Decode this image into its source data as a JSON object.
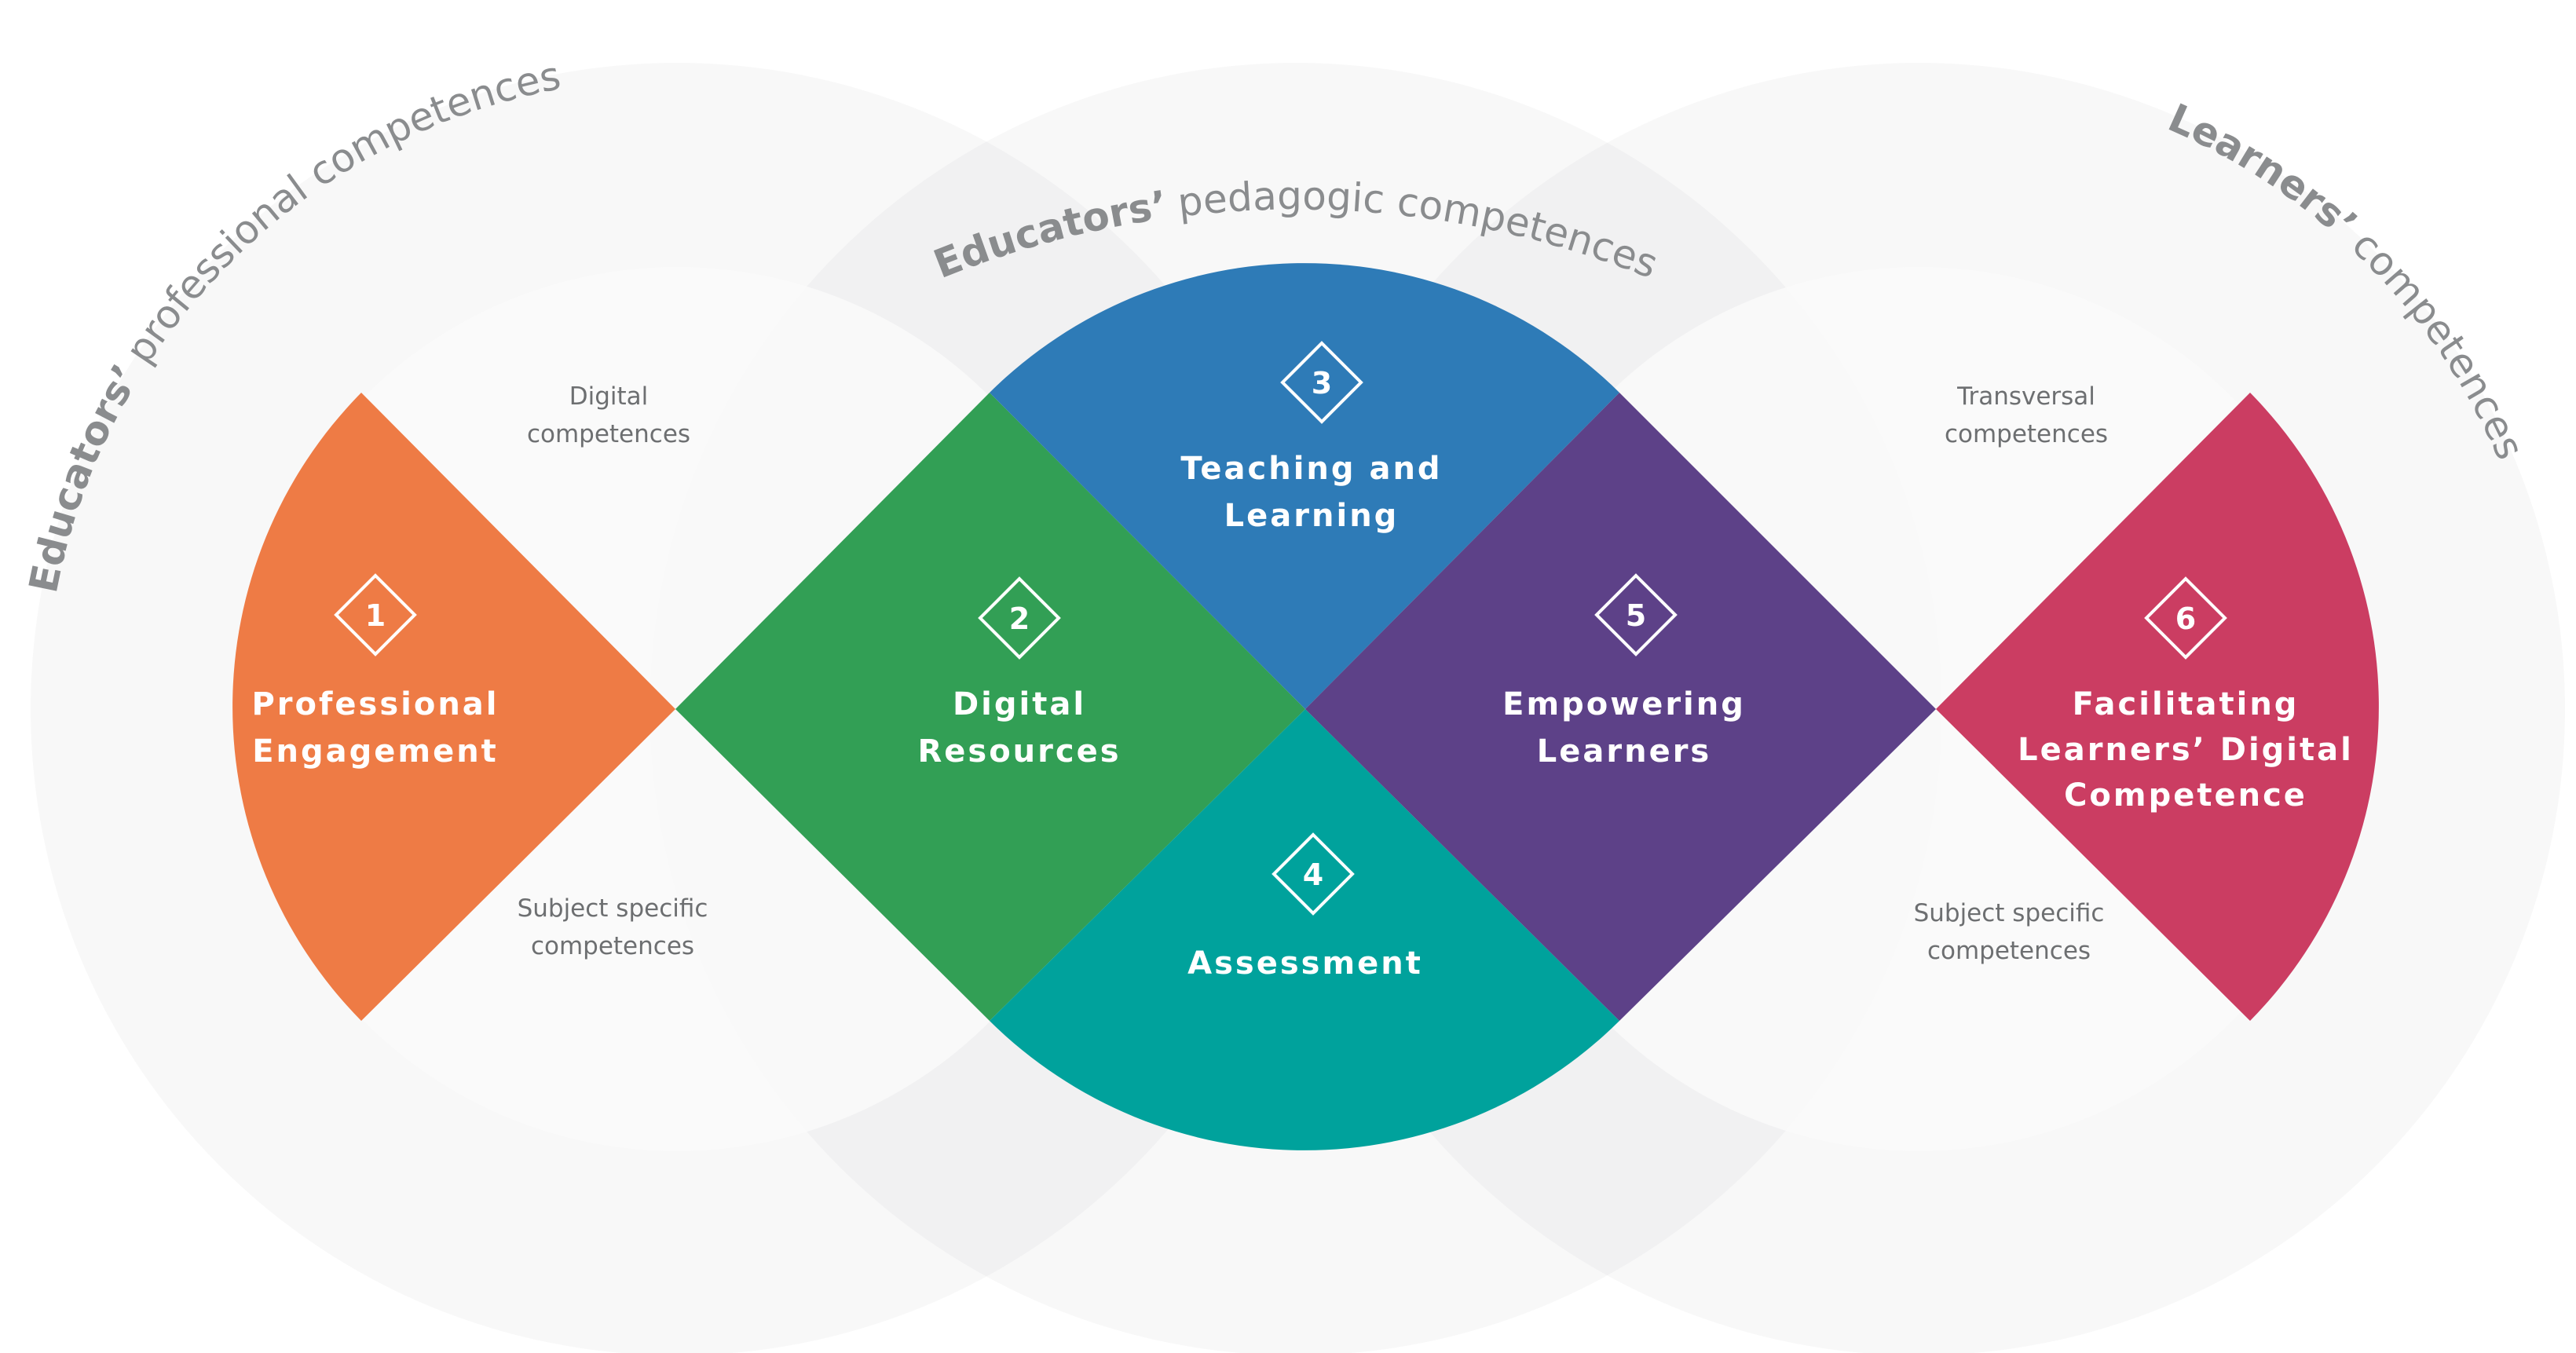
{
  "headers": {
    "left": {
      "bold": "Educators’",
      "light": "professional competences"
    },
    "center": {
      "bold": "Educators’",
      "light": "pedagogic competences"
    },
    "right": {
      "bold": "Learners’",
      "light": "competences"
    }
  },
  "notes": {
    "left_top": [
      "Digital",
      "competences"
    ],
    "left_bottom": [
      "Subject specific",
      "competences"
    ],
    "right_top": [
      "Transversal",
      "competences"
    ],
    "right_bottom": [
      "Subject specific",
      "competences"
    ]
  },
  "areas": [
    {
      "number": "1",
      "title": [
        "Professional",
        "Engagement"
      ],
      "color": "#ee7b45"
    },
    {
      "number": "2",
      "title": [
        "Digital",
        "Resources"
      ],
      "color": "#329f55"
    },
    {
      "number": "3",
      "title": [
        "Teaching and",
        "Learning"
      ],
      "color": "#2e7bb7"
    },
    {
      "number": "4",
      "title": [
        "Assessment"
      ],
      "color": "#00a29c"
    },
    {
      "number": "5",
      "title": [
        "Empowering",
        "Learners"
      ],
      "color": "#5d4188"
    },
    {
      "number": "6",
      "title": [
        "Facilitating",
        "Learners’ Digital",
        "Competence"
      ],
      "color": "#cb3d62"
    }
  ],
  "colors": {
    "outer_ring": "#f8f8f8",
    "inner_disc": "#fafafa",
    "overlap": "#f1f1f2",
    "header_text": "#8a8c8e",
    "note_text": "#6d6f71"
  }
}
